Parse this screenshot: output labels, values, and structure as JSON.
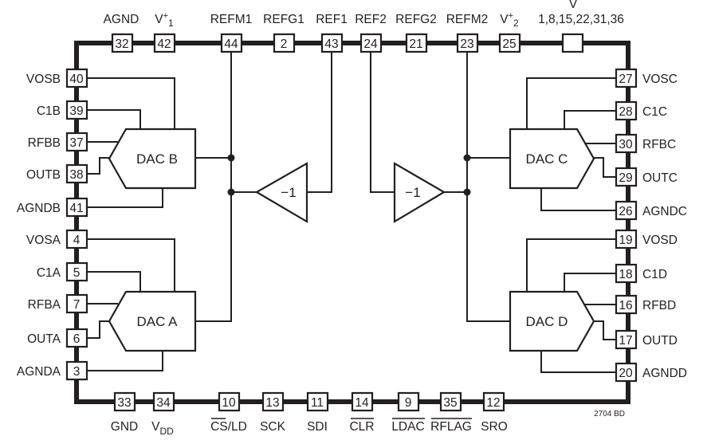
{
  "pins": {
    "top": [
      {
        "num": "32",
        "label": "AGND"
      },
      {
        "num": "42",
        "label": "V+1"
      },
      {
        "num": "44",
        "label": "REFM1"
      },
      {
        "num": "2",
        "label": "REFG1"
      },
      {
        "num": "43",
        "label": "REF1"
      },
      {
        "num": "24",
        "label": "REF2"
      },
      {
        "num": "21",
        "label": "REFG2"
      },
      {
        "num": "23",
        "label": "REFM2"
      },
      {
        "num": "25",
        "label": "V+2"
      },
      {
        "num": "",
        "label": "1,8,15,22,31,36"
      }
    ],
    "left": [
      {
        "num": "40",
        "label": "VOSB"
      },
      {
        "num": "39",
        "label": "C1B"
      },
      {
        "num": "37",
        "label": "RFBB"
      },
      {
        "num": "38",
        "label": "OUTB"
      },
      {
        "num": "41",
        "label": "AGNDB"
      },
      {
        "num": "4",
        "label": "VOSA"
      },
      {
        "num": "5",
        "label": "C1A"
      },
      {
        "num": "7",
        "label": "RFBA"
      },
      {
        "num": "6",
        "label": "OUTA"
      },
      {
        "num": "3",
        "label": "AGNDA"
      }
    ],
    "right": [
      {
        "num": "27",
        "label": "VOSC"
      },
      {
        "num": "28",
        "label": "C1C"
      },
      {
        "num": "30",
        "label": "RFBC"
      },
      {
        "num": "29",
        "label": "OUTC"
      },
      {
        "num": "26",
        "label": "AGNDC"
      },
      {
        "num": "19",
        "label": "VOSD"
      },
      {
        "num": "18",
        "label": "C1D"
      },
      {
        "num": "16",
        "label": "RFBD"
      },
      {
        "num": "17",
        "label": "OUTD"
      },
      {
        "num": "20",
        "label": "AGNDD"
      }
    ],
    "bottom": [
      {
        "num": "33",
        "label": "GND"
      },
      {
        "num": "34",
        "label": "VDD"
      },
      {
        "num": "10",
        "label": "CS/LD"
      },
      {
        "num": "13",
        "label": "SCK"
      },
      {
        "num": "11",
        "label": "SDI"
      },
      {
        "num": "14",
        "label": "CLR"
      },
      {
        "num": "9",
        "label": "LDAC"
      },
      {
        "num": "35",
        "label": "RFLAG"
      },
      {
        "num": "12",
        "label": "SRO"
      }
    ],
    "top_extra_label": "V"
  },
  "blocks": {
    "dac_b": "DAC B",
    "dac_a": "DAC A",
    "dac_c": "DAC C",
    "dac_d": "DAC D",
    "inverter_left": "−1",
    "inverter_right": "−1"
  },
  "figure_ref": "2704 BD"
}
